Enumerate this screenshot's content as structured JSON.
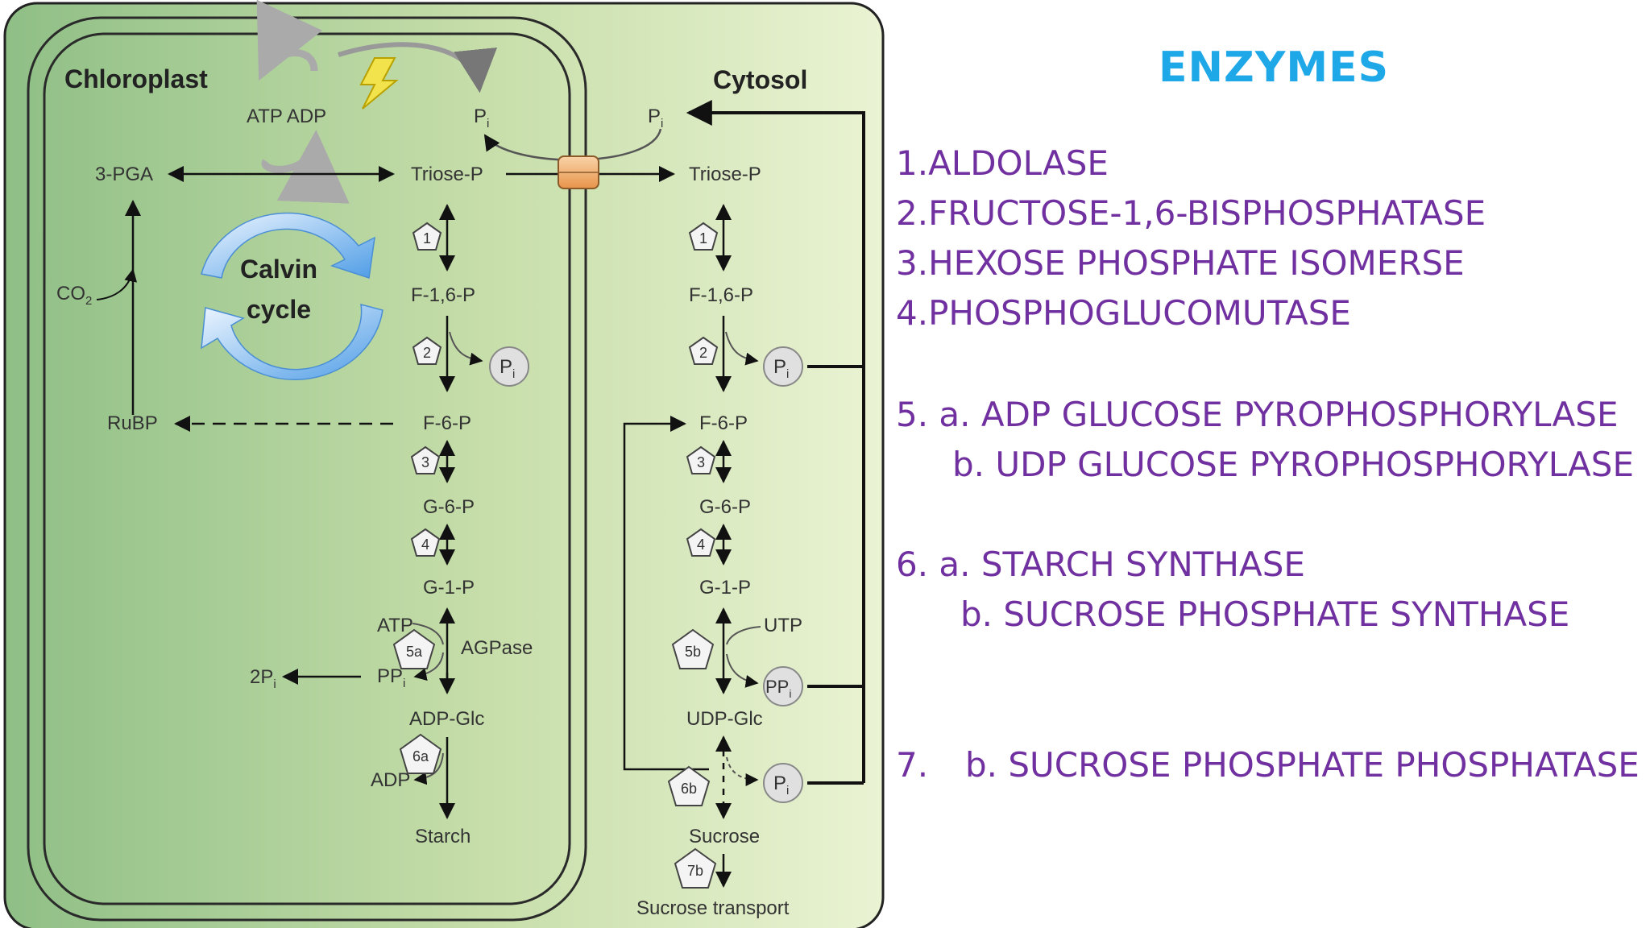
{
  "colors": {
    "panel_bg_dark": "#8fbf86",
    "panel_bg_light": "#eaf3d3",
    "title": "#1fa8e8",
    "enzyme_text": "#7030a0",
    "cycle_arrow": "#5aa6e8"
  },
  "icons": [
    "lightning-bolt-icon",
    "membrane-transporter-icon",
    "calvin-cycle-arrows-icon",
    "enzyme-pentagon-icon"
  ],
  "diagram": {
    "chloroplast": {
      "label": "Chloroplast",
      "atp_adp": "ATP ADP",
      "pi_top": "P",
      "pga": "3-PGA",
      "triose": "Triose-P",
      "co2": "CO",
      "calvin1": "Calvin",
      "calvin2": "cycle",
      "f16p": "F-1,6-P",
      "pi_circle": "P",
      "rubp": "RuBP",
      "f6p": "F-6-P",
      "g6p": "G-6-P",
      "g1p": "G-1-P",
      "atp": "ATP",
      "agpase": "AGPase",
      "ppi": "PP",
      "two_pi": "2P",
      "adpglc": "ADP-Glc",
      "adp": "ADP",
      "starch": "Starch"
    },
    "cytosol": {
      "label": "Cytosol",
      "pi_top": "P",
      "triose": "Triose-P",
      "f16p": "F-1,6-P",
      "pi_circle": "P",
      "f6p": "F-6-P",
      "g6p": "G-6-P",
      "g1p": "G-1-P",
      "utp": "UTP",
      "ppi_circle": "PP",
      "udpglc": "UDP-Glc",
      "pi_circle2": "P",
      "sucrose": "Sucrose",
      "transport": "Sucrose transport"
    },
    "subscripts": {
      "i": "i",
      "two": "2"
    },
    "steps": {
      "s1": "1",
      "s2": "2",
      "s3": "3",
      "s4": "4",
      "s5a": "5a",
      "s5b": "5b",
      "s6a": "6a",
      "s6b": "6b",
      "s7b": "7b"
    }
  },
  "enzymes": {
    "title": "ENZYMES",
    "items": [
      "1.ALDOLASE",
      "2.FRUCTOSE-1,6-BISPHOSPHATASE",
      "3.HEXOSE PHOSPHATE ISOMERSE",
      "4.PHOSPHOGLUCOMUTASE",
      "5.  a. ADP GLUCOSE PYROPHOSPHORYLASE",
      "b. UDP GLUCOSE PYROPHOSPHORYLASE",
      "6.  a. STARCH SYNTHASE",
      "b. SUCROSE PHOSPHATE SYNTHASE",
      "7.",
      "b. SUCROSE PHOSPHATE PHOSPHATASE"
    ]
  }
}
